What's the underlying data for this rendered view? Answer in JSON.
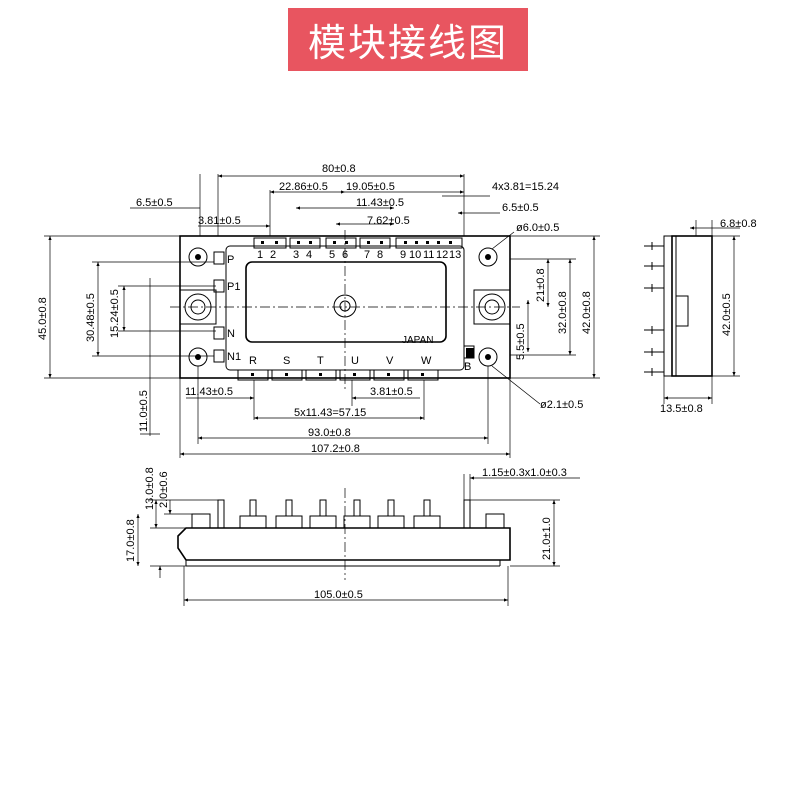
{
  "title": "模块接线图",
  "colors": {
    "banner": "#e85560",
    "banner_text": "#ffffff",
    "line": "#000000"
  },
  "top_view": {
    "dims": {
      "overall_pins_width": "80±0.8",
      "pin_pitch_total": "4x3.81=15.24",
      "pitch_22": "22.86±0.5",
      "pitch_19": "19.05±0.5",
      "pitch_11_top": "11.43±0.5",
      "pitch_7": "7.62±0.5",
      "left_offset": "6.5±0.5",
      "right_offset": "6.5±0.5",
      "pitch_3_top": "3.81±0.5",
      "hole_dia": "ø6.0±0.5",
      "height_45": "45.0±0.8",
      "height_30": "30.48±0.5",
      "height_15": "15.24±0.5",
      "height_11": "11.0±0.5",
      "right_21": "21±0.8",
      "right_32": "32.0±0.8",
      "right_42": "42.0±0.8",
      "right_5_5": "5.5±0.5",
      "bottom_11": "11.43±0.5",
      "bottom_3": "3.81±0.5",
      "bottom_57": "5x11.43=57.15",
      "width_93": "93.0±0.8",
      "width_107": "107.2±0.8",
      "small_hole": "ø2.1±0.5"
    },
    "pin_numbers": [
      "1",
      "2",
      "3",
      "4",
      "5",
      "6",
      "7",
      "8",
      "9",
      "10",
      "11",
      "12",
      "13"
    ],
    "left_terminals": [
      "P",
      "P1",
      "N",
      "N1"
    ],
    "bottom_terminals": [
      "R",
      "S",
      "T",
      "U",
      "V",
      "W"
    ],
    "right_terminal": "B",
    "marking": "JAPAN"
  },
  "side_view": {
    "dims": {
      "top": "6.8±0.8",
      "height": "42.0±0.5",
      "bottom": "13.5±0.8"
    }
  },
  "front_view": {
    "dims": {
      "h13": "13.0±0.8",
      "h2": "2.0±0.6",
      "h17": "17.0±0.8",
      "h21": "21.0±1.0",
      "pin_size": "1.15±0.3x1.0±0.3",
      "width": "105.0±0.5"
    }
  }
}
